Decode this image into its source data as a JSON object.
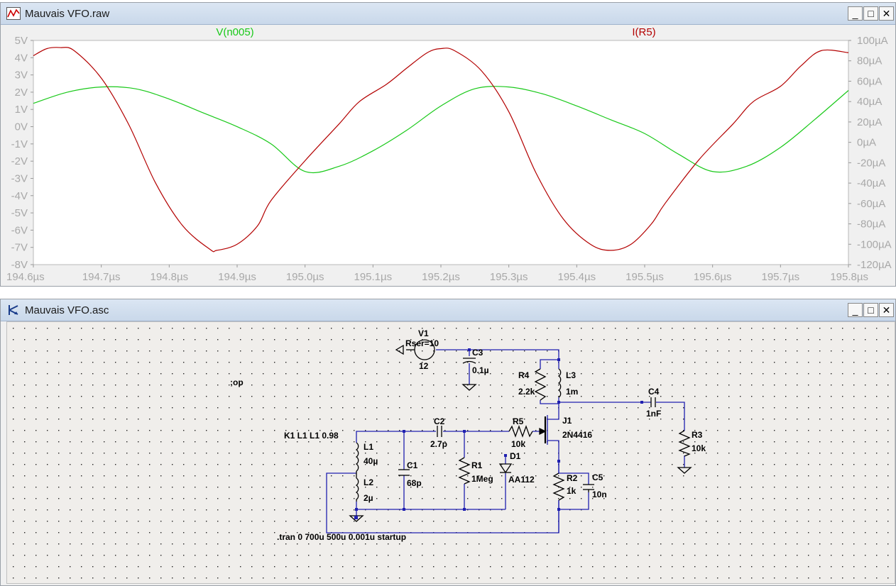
{
  "wave_window": {
    "title": "Mauvais VFO.raw",
    "buttons": {
      "minimize": "_",
      "maximize": "□",
      "close": "✕"
    }
  },
  "schematic_window": {
    "title": "Mauvais VFO.asc",
    "buttons": {
      "minimize": "_",
      "maximize": "□",
      "close": "✕"
    }
  },
  "colors": {
    "green_trace": "#19c919",
    "red_trace": "#b30000",
    "wire": "#2020b0",
    "axis_label": "#a8a8a8"
  },
  "chart_data": {
    "type": "line",
    "x_unit": "µs",
    "xlim": [
      194.6,
      195.8
    ],
    "x_ticks": [
      "194.6µs",
      "194.7µs",
      "194.8µs",
      "194.9µs",
      "195.0µs",
      "195.1µs",
      "195.2µs",
      "195.3µs",
      "195.4µs",
      "195.5µs",
      "195.6µs",
      "195.7µs",
      "195.8µs"
    ],
    "y_left_ticks": [
      "5V",
      "4V",
      "3V",
      "2V",
      "1V",
      "0V",
      "-1V",
      "-2V",
      "-3V",
      "-4V",
      "-5V",
      "-6V",
      "-7V",
      "-8V"
    ],
    "y_left_lim": [
      -8,
      5
    ],
    "y_right_ticks": [
      "100µA",
      "80µA",
      "60µA",
      "40µA",
      "20µA",
      "0µA",
      "-20µA",
      "-40µA",
      "-60µA",
      "-80µA",
      "-100µA",
      "-120µA"
    ],
    "y_right_lim": [
      -120,
      100
    ],
    "series": [
      {
        "name": "V(n005)",
        "axis": "left",
        "color": "#19c919",
        "x": [
          194.6,
          194.65,
          194.7,
          194.75,
          194.8,
          194.85,
          194.9,
          194.95,
          195.0,
          195.05,
          195.1,
          195.15,
          195.2,
          195.25,
          195.3,
          195.35,
          195.4,
          195.45,
          195.5,
          195.55,
          195.6,
          195.65,
          195.7,
          195.75,
          195.8
        ],
        "y": [
          1.35,
          2.0,
          2.3,
          2.2,
          1.6,
          0.8,
          0.0,
          -1.0,
          -2.6,
          -2.3,
          -1.4,
          -0.2,
          1.2,
          2.2,
          2.3,
          1.9,
          1.2,
          0.4,
          -0.4,
          -1.6,
          -2.6,
          -2.3,
          -1.2,
          0.4,
          2.1
        ]
      },
      {
        "name": "I(R5)",
        "axis": "right",
        "color": "#b30000",
        "x": [
          194.6,
          194.62,
          194.64,
          194.66,
          194.7,
          194.74,
          194.78,
          194.82,
          194.86,
          194.87,
          194.9,
          194.93,
          194.95,
          195.0,
          195.05,
          195.08,
          195.12,
          195.15,
          195.18,
          195.2,
          195.22,
          195.26,
          195.3,
          195.34,
          195.38,
          195.42,
          195.45,
          195.48,
          195.51,
          195.53,
          195.58,
          195.63,
          195.66,
          195.7,
          195.73,
          195.76,
          195.8
        ],
        "y": [
          85,
          92,
          93,
          90,
          63,
          18,
          -40,
          -82,
          -105,
          -106,
          -100,
          -82,
          -57,
          -18,
          18,
          40,
          57,
          73,
          88,
          92,
          90,
          70,
          30,
          -30,
          -75,
          -100,
          -106,
          -100,
          -80,
          -60,
          -17,
          18,
          40,
          55,
          75,
          90,
          88
        ]
      }
    ]
  },
  "schematic": {
    "directive_op": ";op",
    "directive_tran": ".tran 0 700u 500u 0.001u startup",
    "coupling": "K1 L1 L1 0.98",
    "components": {
      "V1": {
        "ref": "V1",
        "param": "Rser=10",
        "value": "12"
      },
      "C3": {
        "ref": "C3",
        "value": "0.1µ"
      },
      "R4": {
        "ref": "R4",
        "value": "2.2k"
      },
      "L3": {
        "ref": "L3",
        "value": "1m"
      },
      "C4": {
        "ref": "C4",
        "value": "1nF"
      },
      "R3": {
        "ref": "R3",
        "value": "10k"
      },
      "J1": {
        "ref": "J1",
        "value": "2N4416"
      },
      "R5": {
        "ref": "R5",
        "value": "10k"
      },
      "C2": {
        "ref": "C2",
        "value": "2.7p"
      },
      "L1": {
        "ref": "L1",
        "value": "40µ"
      },
      "L2": {
        "ref": "L2",
        "value": "2µ"
      },
      "C1": {
        "ref": "C1",
        "value": "68p"
      },
      "R1": {
        "ref": "R1",
        "value": "1Meg"
      },
      "D1": {
        "ref": "D1",
        "value": "AA112"
      },
      "R2": {
        "ref": "R2",
        "value": "1k"
      },
      "C5": {
        "ref": "C5",
        "value": "10n"
      }
    }
  }
}
